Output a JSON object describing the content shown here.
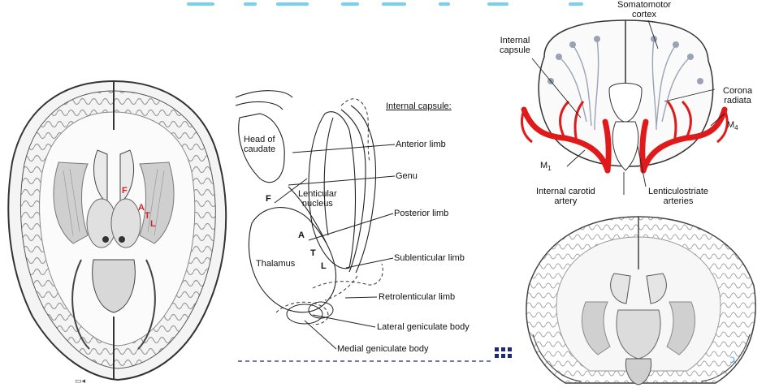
{
  "axial_slice": {
    "labels": {
      "f": "F",
      "a": "A",
      "t": "T",
      "l": "L"
    },
    "accent_color": "#d21f1f"
  },
  "schematic": {
    "heading": "Internal capsule:",
    "structures": {
      "head_of_caudate": "Head of\ncaudate",
      "lenticular_nucleus": "Lenticular\nnucleus",
      "thalamus": "Thalamus",
      "f": "F",
      "a": "A",
      "t": "T",
      "l": "L"
    },
    "callouts": {
      "anterior_limb": "Anterior limb",
      "genu": "Genu",
      "posterior_limb": "Posterior limb",
      "sublenticular_limb": "Sublenticular limb",
      "retrolenticular_limb": "Retrolenticular limb",
      "lateral_geniculate_body": "Lateral geniculate body",
      "medial_geniculate_body": "Medial geniculate body"
    }
  },
  "vascular": {
    "labels": {
      "somatomotor_cortex": "Somatomotor\ncortex",
      "internal_capsule": "Internal\ncapsule",
      "corona_radiata": "Corona\nradiata",
      "m4": "M",
      "m4_sub": "4",
      "m1": "M",
      "m1_sub": "1",
      "internal_carotid_artery": "Internal carotid\nartery",
      "lenticulostriate_arteries": "Lenticulostriate\narteries"
    },
    "artery_color": "#e01a1a"
  },
  "icons": {
    "video": "camera-icon",
    "nav": "more-icon",
    "corner": "spiral-icon"
  }
}
